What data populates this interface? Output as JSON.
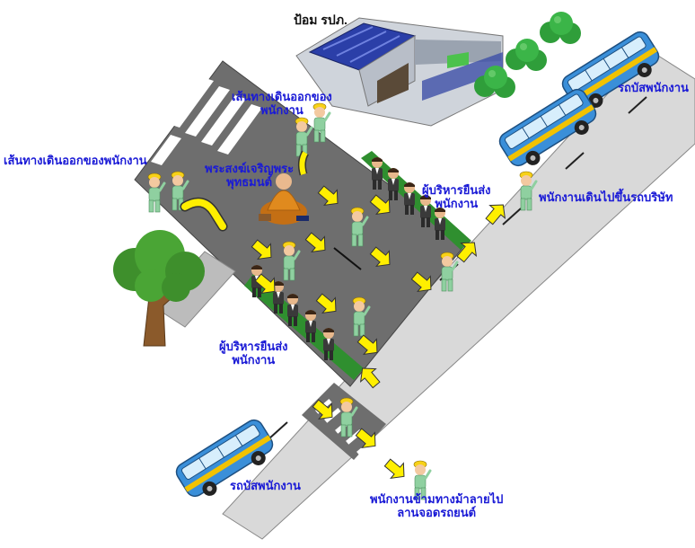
{
  "colors": {
    "label_text": "#1a1ad6",
    "guard_label_text": "#111111",
    "road": "#d9d9d9",
    "yard": "#6e6e6e",
    "grass": "#2f8f2f",
    "arrow": "#ffef00",
    "bus_body": "#3a8fd9",
    "bus_stripe": "#f2c200",
    "monk_robe": "#e08a1e",
    "worker_shirt": "#8fd0a0",
    "worker_helmet": "#f7d117",
    "exec_suit": "#3a3a3a"
  },
  "icons": [
    "guardhouse-icon",
    "bus-icon",
    "tree-icon",
    "shrub-icon",
    "walk-arrow-icon",
    "worker-icon",
    "executive-icon",
    "monk-icon",
    "crosswalk-icon"
  ],
  "labels": {
    "guardhouse": "ป้อม รปภ.",
    "bus_top": "รถบัสพนักงาน",
    "bus_bottom": "รถบัสพนักงาน",
    "exit_path_top_line1": "เส้นทางเดินออกของ",
    "exit_path_top_line2": "พนักงาน",
    "exit_path_left": "เส้นทางเดินออกของพนักงาน",
    "monk_line1": "พระสงฆ์เจริญพระ",
    "monk_line2": "พุทธมนต์",
    "execs_right_line1": "ผู้บริหารยืนส่ง",
    "execs_right_line2": "พนักงาน",
    "execs_left_line1": "ผู้บริหารยืนส่ง",
    "execs_left_line2": "พนักงาน",
    "walk_to_bus": "พนักงานเดินไปขึ้นรถบริษัท",
    "cross_line1": "พนักงานข้ามทางม้าลายไป",
    "cross_line2": "ลานจอดรถยนต์"
  }
}
